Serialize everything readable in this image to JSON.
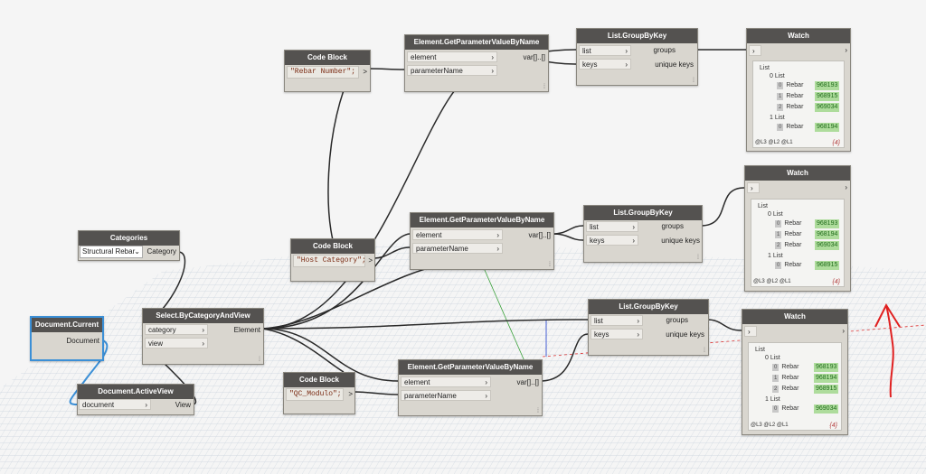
{
  "nodes": {
    "cb1": {
      "title": "Code Block",
      "code": "\"Rebar Number\";",
      "out": ">"
    },
    "cb2": {
      "title": "Code Block",
      "code": "\"Host Category\";",
      "out": ">"
    },
    "cb3": {
      "title": "Code Block",
      "code": "\"QC_Modulo\";",
      "out": ">"
    },
    "gp1": {
      "title": "Element.GetParameterValueByName",
      "in1": "element",
      "in2": "parameterName",
      "out": "var[]..[]"
    },
    "gp2": {
      "title": "Element.GetParameterValueByName",
      "in1": "element",
      "in2": "parameterName",
      "out": "var[]..[]"
    },
    "gp3": {
      "title": "Element.GetParameterValueByName",
      "in1": "element",
      "in2": "parameterName",
      "out": "var[]..[]"
    },
    "gk1": {
      "title": "List.GroupByKey",
      "in1": "list",
      "in2": "keys",
      "out1": "groups",
      "out2": "unique keys"
    },
    "gk2": {
      "title": "List.GroupByKey",
      "in1": "list",
      "in2": "keys",
      "out1": "groups",
      "out2": "unique keys"
    },
    "gk3": {
      "title": "List.GroupByKey",
      "in1": "list",
      "in2": "keys",
      "out1": "groups",
      "out2": "unique keys"
    },
    "categories": {
      "title": "Categories",
      "selected": "Structural Rebar",
      "out": "Category"
    },
    "selbycat": {
      "title": "Select.ByCategoryAndView",
      "in1": "category",
      "in2": "view",
      "out": "Element"
    },
    "doccurrent": {
      "title": "Document.Current",
      "out": "Document"
    },
    "activeview": {
      "title": "Document.ActiveView",
      "in1": "document",
      "out": "View"
    },
    "w1": {
      "title": "Watch",
      "root": "List",
      "g0": "0 List",
      "g1": "1 List",
      "items": [
        {
          "i": "0",
          "l": "Rebar",
          "v": "968193"
        },
        {
          "i": "1",
          "l": "Rebar",
          "v": "968915"
        },
        {
          "i": "2",
          "l": "Rebar",
          "v": "969034"
        },
        {
          "i": "0",
          "l": "Rebar",
          "v": "968194"
        }
      ],
      "levels": "@L3 @L2 @L1",
      "count": "{4}"
    },
    "w2": {
      "title": "Watch",
      "root": "List",
      "g0": "0 List",
      "g1": "1 List",
      "items": [
        {
          "i": "0",
          "l": "Rebar",
          "v": "968193"
        },
        {
          "i": "1",
          "l": "Rebar",
          "v": "968194"
        },
        {
          "i": "2",
          "l": "Rebar",
          "v": "969034"
        },
        {
          "i": "0",
          "l": "Rebar",
          "v": "968915"
        }
      ],
      "levels": "@L3 @L2 @L1",
      "count": "{4}"
    },
    "w3": {
      "title": "Watch",
      "root": "List",
      "g0": "0 List",
      "g1": "1 List",
      "items": [
        {
          "i": "0",
          "l": "Rebar",
          "v": "968193"
        },
        {
          "i": "1",
          "l": "Rebar",
          "v": "968194"
        },
        {
          "i": "2",
          "l": "Rebar",
          "v": "968915"
        },
        {
          "i": "0",
          "l": "Rebar",
          "v": "969034"
        }
      ],
      "levels": "@L3 @L2 @L1",
      "count": "{4}"
    }
  },
  "colors": {
    "wire": "#2a2a2a",
    "selected_wire": "#3b8fd6",
    "header": "#545250",
    "node_body": "#d9d6cf",
    "value_bg": "#aedc9c",
    "annotation": "#e02020"
  }
}
